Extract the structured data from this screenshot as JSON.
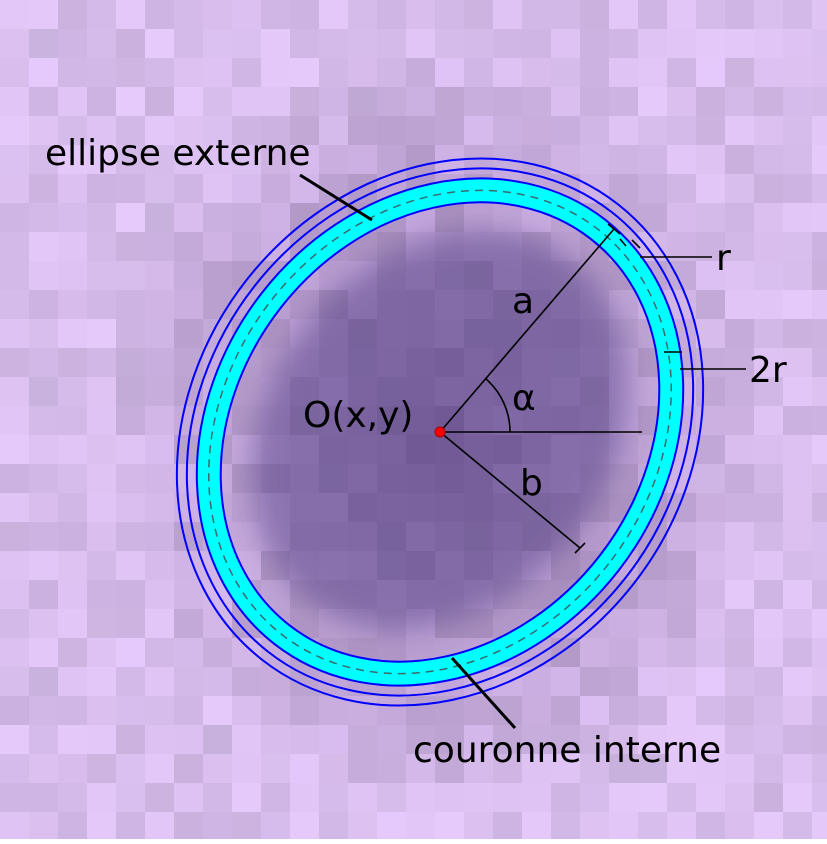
{
  "labels": {
    "outer_ellipse": "ellipse externe",
    "inner_crown": "couronne interne",
    "center": "O(x,y)",
    "semi_major": "a",
    "semi_minor": "b",
    "angle": "α",
    "radius": "r",
    "double_radius": "2r"
  },
  "colors": {
    "crown_fill": "#00ffff",
    "ellipse_stroke": "#0000ff",
    "center_point": "#ff0000",
    "annotation": "#000000",
    "background_base": "#c8a6cf"
  }
}
